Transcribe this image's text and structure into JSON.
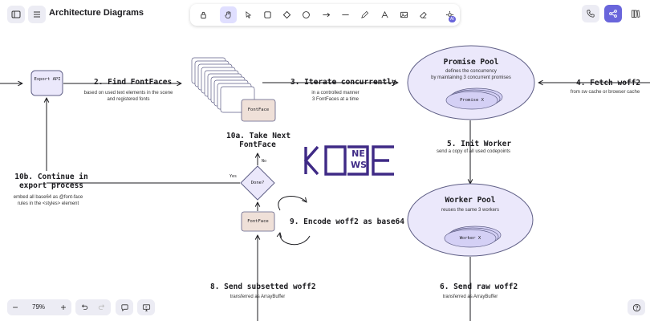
{
  "app": {
    "title": "Architecture Diagrams",
    "zoom": "79%"
  },
  "colors": {
    "accent": "#6965db",
    "accent_light": "#e0dfff",
    "node_fill": "#ebe8fb",
    "node_stroke": "#5f5f86",
    "fontface_fill": "#efe0d8",
    "logo": "#3f2a86"
  },
  "toolbar": {
    "tools": [
      "lock-icon",
      "hand-icon",
      "selection-icon",
      "rectangle-icon",
      "diamond-icon",
      "ellipse-icon",
      "arrow-icon",
      "line-icon",
      "draw-icon",
      "text-icon",
      "image-icon",
      "eraser-icon",
      "more-tools-icon"
    ],
    "active_tool": "hand-icon",
    "badge": "AI"
  },
  "diagram": {
    "export_api": "Export API",
    "step2_title": "2. Find FontFaces",
    "step2_desc": [
      "based on used text elements in the scene",
      "and registered fonts"
    ],
    "fontface_stack_label": "FontFace",
    "step3_title": "3. Iterate concurrently",
    "step3_desc": [
      "in a controlled manner",
      "3 FontFaces at a time"
    ],
    "promise_pool_title": "Promise Pool",
    "promise_pool_desc": [
      "defines the concurrency",
      "by maintaining 3 concurrent promises"
    ],
    "promise_x": "Promise X",
    "step4_title": "4. Fetch woff2",
    "step4_desc": "from sw cache or browser cache",
    "step5_title": "5. Init Worker",
    "step5_desc": "send a copy of all used codepoints",
    "worker_pool_title": "Worker Pool",
    "worker_pool_desc": "reuses the same 3 workers",
    "worker_x": "Worker X",
    "step6_title": "6. Send raw woff2",
    "step6_desc": "transferred as ArrayBuffer",
    "step8_title": "8. Send subsetted woff2",
    "step8_desc": "transferred as ArrayBuffer",
    "step9_title": "9. Encode woff2 as base64",
    "fontface_single": "FontFace",
    "step10a_title": [
      "10a. Take Next",
      "FontFace"
    ],
    "done_label": "Done?",
    "no_label": "No",
    "yes_label": "Yes",
    "step10b_title": [
      "10b. Continue in",
      "export process"
    ],
    "step10b_desc": [
      "embed all base64 as @font-face",
      "rules in the <styles> element"
    ],
    "logo_left": "KOD",
    "logo_mid_top": "NE",
    "logo_mid_bottom": "WS",
    "logo_right": "E"
  }
}
